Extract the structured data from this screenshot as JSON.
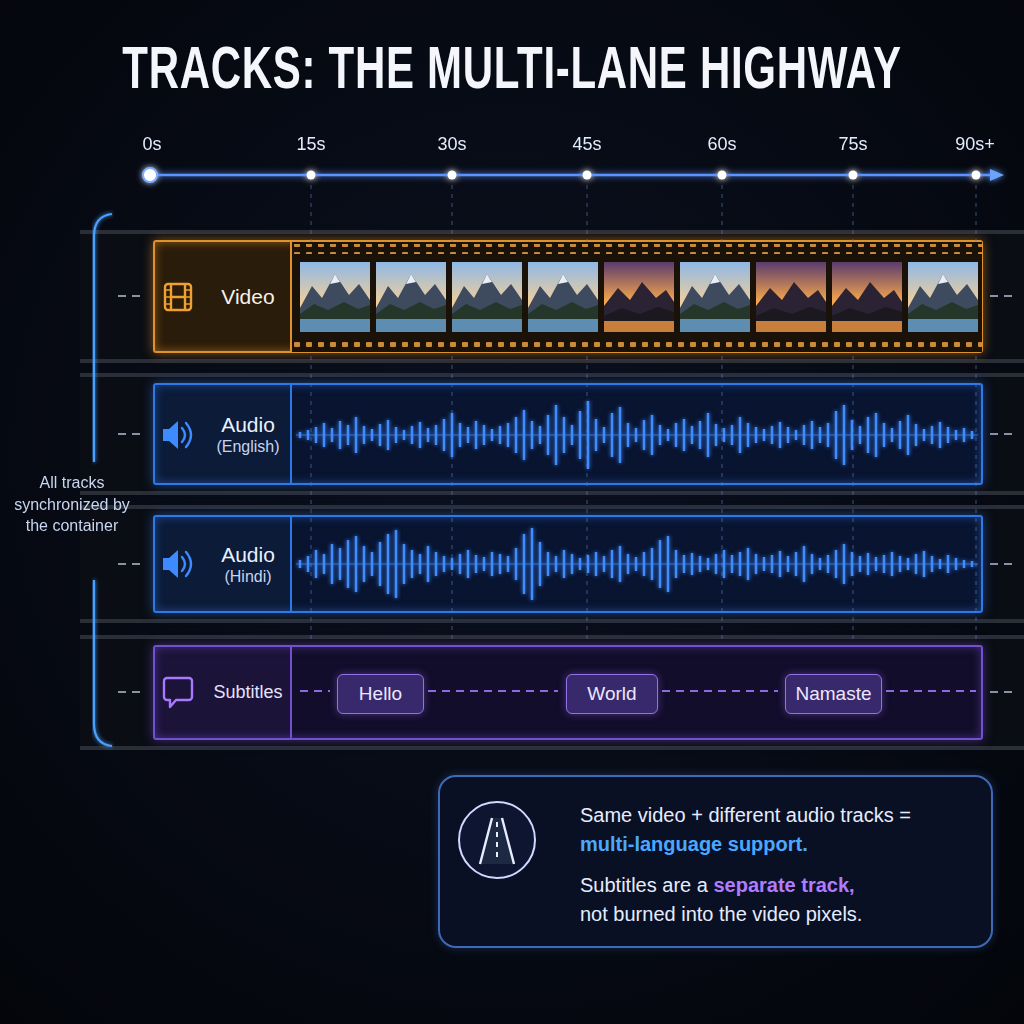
{
  "diagram": {
    "title": "TRACKS: THE MULTI-LANE HIGHWAY",
    "nodes": [
      {
        "text": [
          "Video"
        ]
      },
      {
        "text": [
          "Audio",
          "(English)"
        ]
      },
      {
        "text": [
          "Audio",
          "(Hindi)"
        ]
      },
      {
        "text": [
          "Subtitles"
        ]
      },
      {
        "text": [
          "Hello"
        ],
        "in": 3
      },
      {
        "text": [
          "World"
        ],
        "in": 3
      },
      {
        "text": [
          "Namaste"
        ],
        "in": 3
      },
      {
        "text": [
          "Same video + different audio tracks =",
          "multi-language support.",
          "Subtitles are a",
          "separate track,",
          "not burned into the video pixels."
        ]
      }
    ],
    "labels": [
      "0s",
      "15s",
      "30s",
      "45s",
      "60s",
      "75s",
      "90s+",
      "All tracks synchronized by the container"
    ]
  }
}
